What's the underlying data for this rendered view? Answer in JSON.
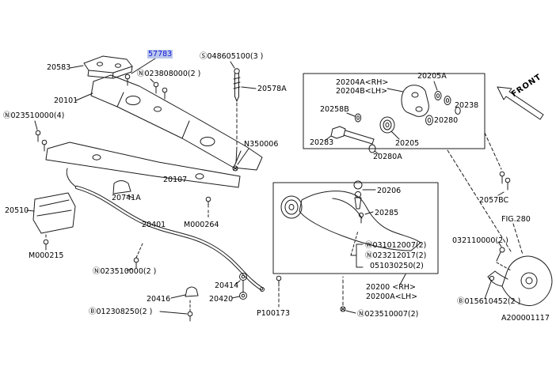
{
  "diagram": {
    "description": "Front suspension parts diagram",
    "highlight_color": "#1316d8",
    "highlight_bg": "#b9c7ec",
    "line_color": "#1c1c1c"
  },
  "labels": {
    "p57783": "57783",
    "p20583": "20583",
    "s048605100": "Ⓢ048605100(3 )",
    "n023808000": "Ⓝ023808000(2 )",
    "p20101": "20101",
    "p20578A": "20578A",
    "p20204A": "20204A<RH>",
    "p20204B": "20204B<LH>",
    "p20205A": "20205A",
    "p20258B": "20258B",
    "p20238": "20238",
    "n023510000_4": "Ⓝ023510000(4)",
    "p20280": "20280",
    "front": "FRONT",
    "p20283": "20283",
    "p20205": "20205",
    "nN350006": "N350006",
    "p20280A": "20280A",
    "p20107": "20107",
    "p20741A": "20741A",
    "p20206": "20206",
    "p2057BC": "2057BC",
    "p20510": "20510",
    "p20401": "20401",
    "m000264": "M000264",
    "p20285": "20285",
    "fig280": "FIG.280",
    "p032110000": "032110000(2 )",
    "m000215": "M000215",
    "w031012007": "Ⓦ031012007(2)",
    "n023212017": "Ⓝ023212017(2)",
    "p051030250": "051030250(2)",
    "n023510000_2": "Ⓝ023510000(2 )",
    "p20414": "20414",
    "p20416": "20416",
    "p20420": "20420",
    "b012308250": "Ⓑ012308250(2 )",
    "p100173": "P100173",
    "p20200": "20200 <RH>",
    "p20200A": "20200A<LH>",
    "n023510007": "Ⓝ023510007(2)",
    "b015610452": "Ⓑ015610452(2 )",
    "footer_code": "A200001117"
  }
}
